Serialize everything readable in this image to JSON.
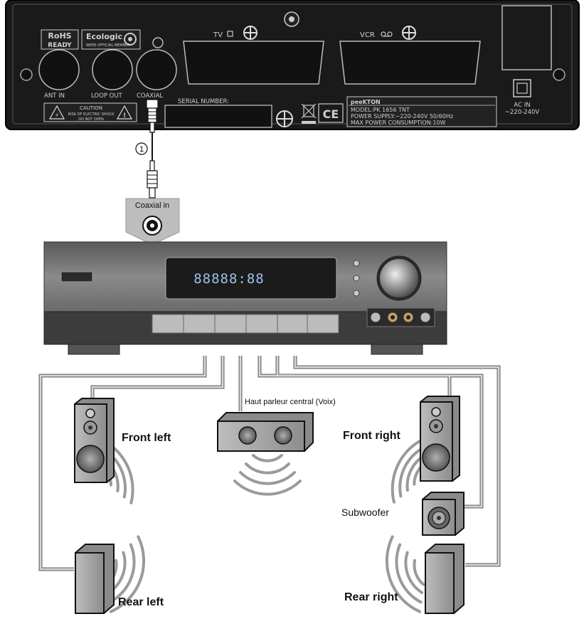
{
  "decoder": {
    "rohs_top": "RoHS",
    "rohs_bottom": "READY",
    "ecologic": "Ecologic",
    "ecologic_sub": "WEEE OFFICIAL MEMBER",
    "tv_label": "TV",
    "vcr_label": "VCR",
    "ant_in": "ANT IN",
    "loop_out": "LOOP OUT",
    "coaxial": "COAXIAL",
    "serial_number": "SERIAL NUMBER:",
    "caution_title": "CAUTION",
    "caution_line1": "RISK OF ELECTRIC SHOCK",
    "caution_line2": "DO NOT OPEN",
    "brand": "peeKTON",
    "model": "MODEL:PK 1656 TNT",
    "power_supply": "POWER SUPPLY:~220-240V 50/60Hz",
    "max_power": "MAX POWER CONSUMPTION:10W",
    "ac_in": "AC IN",
    "ac_voltage": "~220-240V"
  },
  "cable": {
    "number": "1"
  },
  "amplifier": {
    "coaxial_in": "Coaxial in",
    "display": "88888:88"
  },
  "speakers": {
    "front_left": "Front left",
    "front_right": "Front right",
    "center": "Haut parleur central (Voix)",
    "subwoofer": "Subwoofer",
    "rear_left": "Rear left",
    "rear_right": "Rear right"
  }
}
